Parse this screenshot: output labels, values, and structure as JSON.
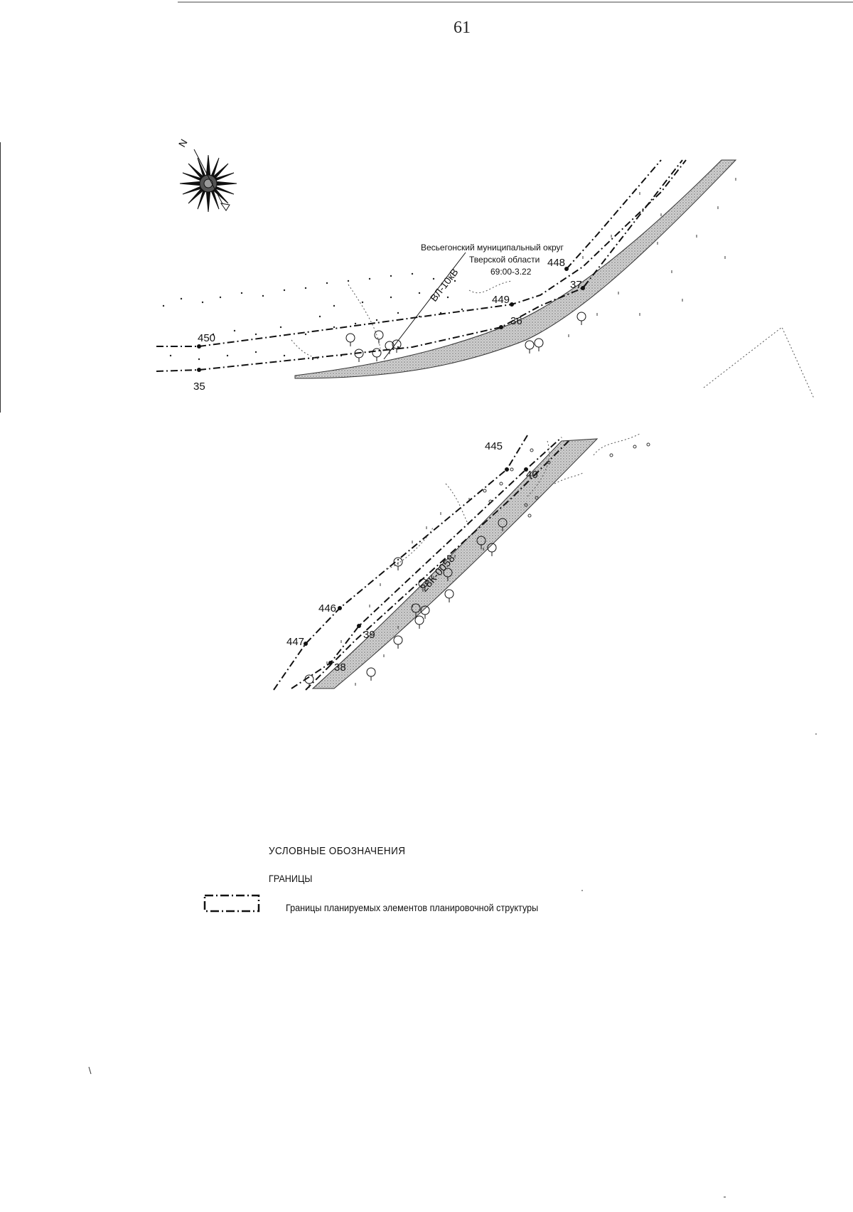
{
  "page": {
    "number": "61"
  },
  "map": {
    "district_label": {
      "line1": "Весьегонский муниципальный округ",
      "line2": "Тверской области",
      "line3": "69:00-3.22"
    },
    "power_line_label": "ВЛ-10кВ",
    "road_label": "28К-0058",
    "points": {
      "p450": "450",
      "p35": "35",
      "p449": "449",
      "p36": "36",
      "p448": "448",
      "p37": "37",
      "p445": "445",
      "p40": "40",
      "p446": "446",
      "p447": "447",
      "p39": "39",
      "p38": "38"
    }
  },
  "legend": {
    "title": "УСЛОВНЫЕ ОБОЗНАЧЕНИЯ",
    "section": "ГРАНИЦЫ",
    "items": [
      {
        "label": "Границы планируемых элементов планировочной структуры"
      }
    ]
  }
}
